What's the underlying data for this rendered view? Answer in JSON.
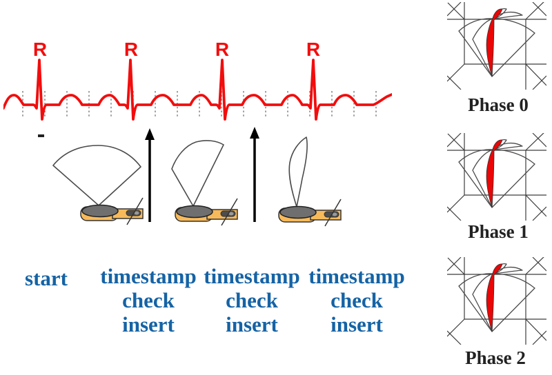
{
  "ecg": {
    "r_labels": [
      "R",
      "R",
      "R",
      "R"
    ]
  },
  "steps": {
    "start_label": "start",
    "columns": [
      {
        "lines": [
          "timestamp",
          "check",
          "insert"
        ]
      },
      {
        "lines": [
          "timestamp",
          "check",
          "insert"
        ]
      },
      {
        "lines": [
          "timestamp",
          "check",
          "insert"
        ]
      }
    ]
  },
  "phases": [
    {
      "label": "Phase 0"
    },
    {
      "label": "Phase 1"
    },
    {
      "label": "Phase 2"
    }
  ],
  "colors": {
    "ecg_red": "#f20d0d",
    "slice_red": "#ea0606",
    "probe_orange": "#f7ba5b",
    "step_text_blue": "#1563a5",
    "phase_label_black": "#222222",
    "wireframe_gray": "#3c3c3c",
    "fan_outline_gray": "#4a4a4a"
  }
}
